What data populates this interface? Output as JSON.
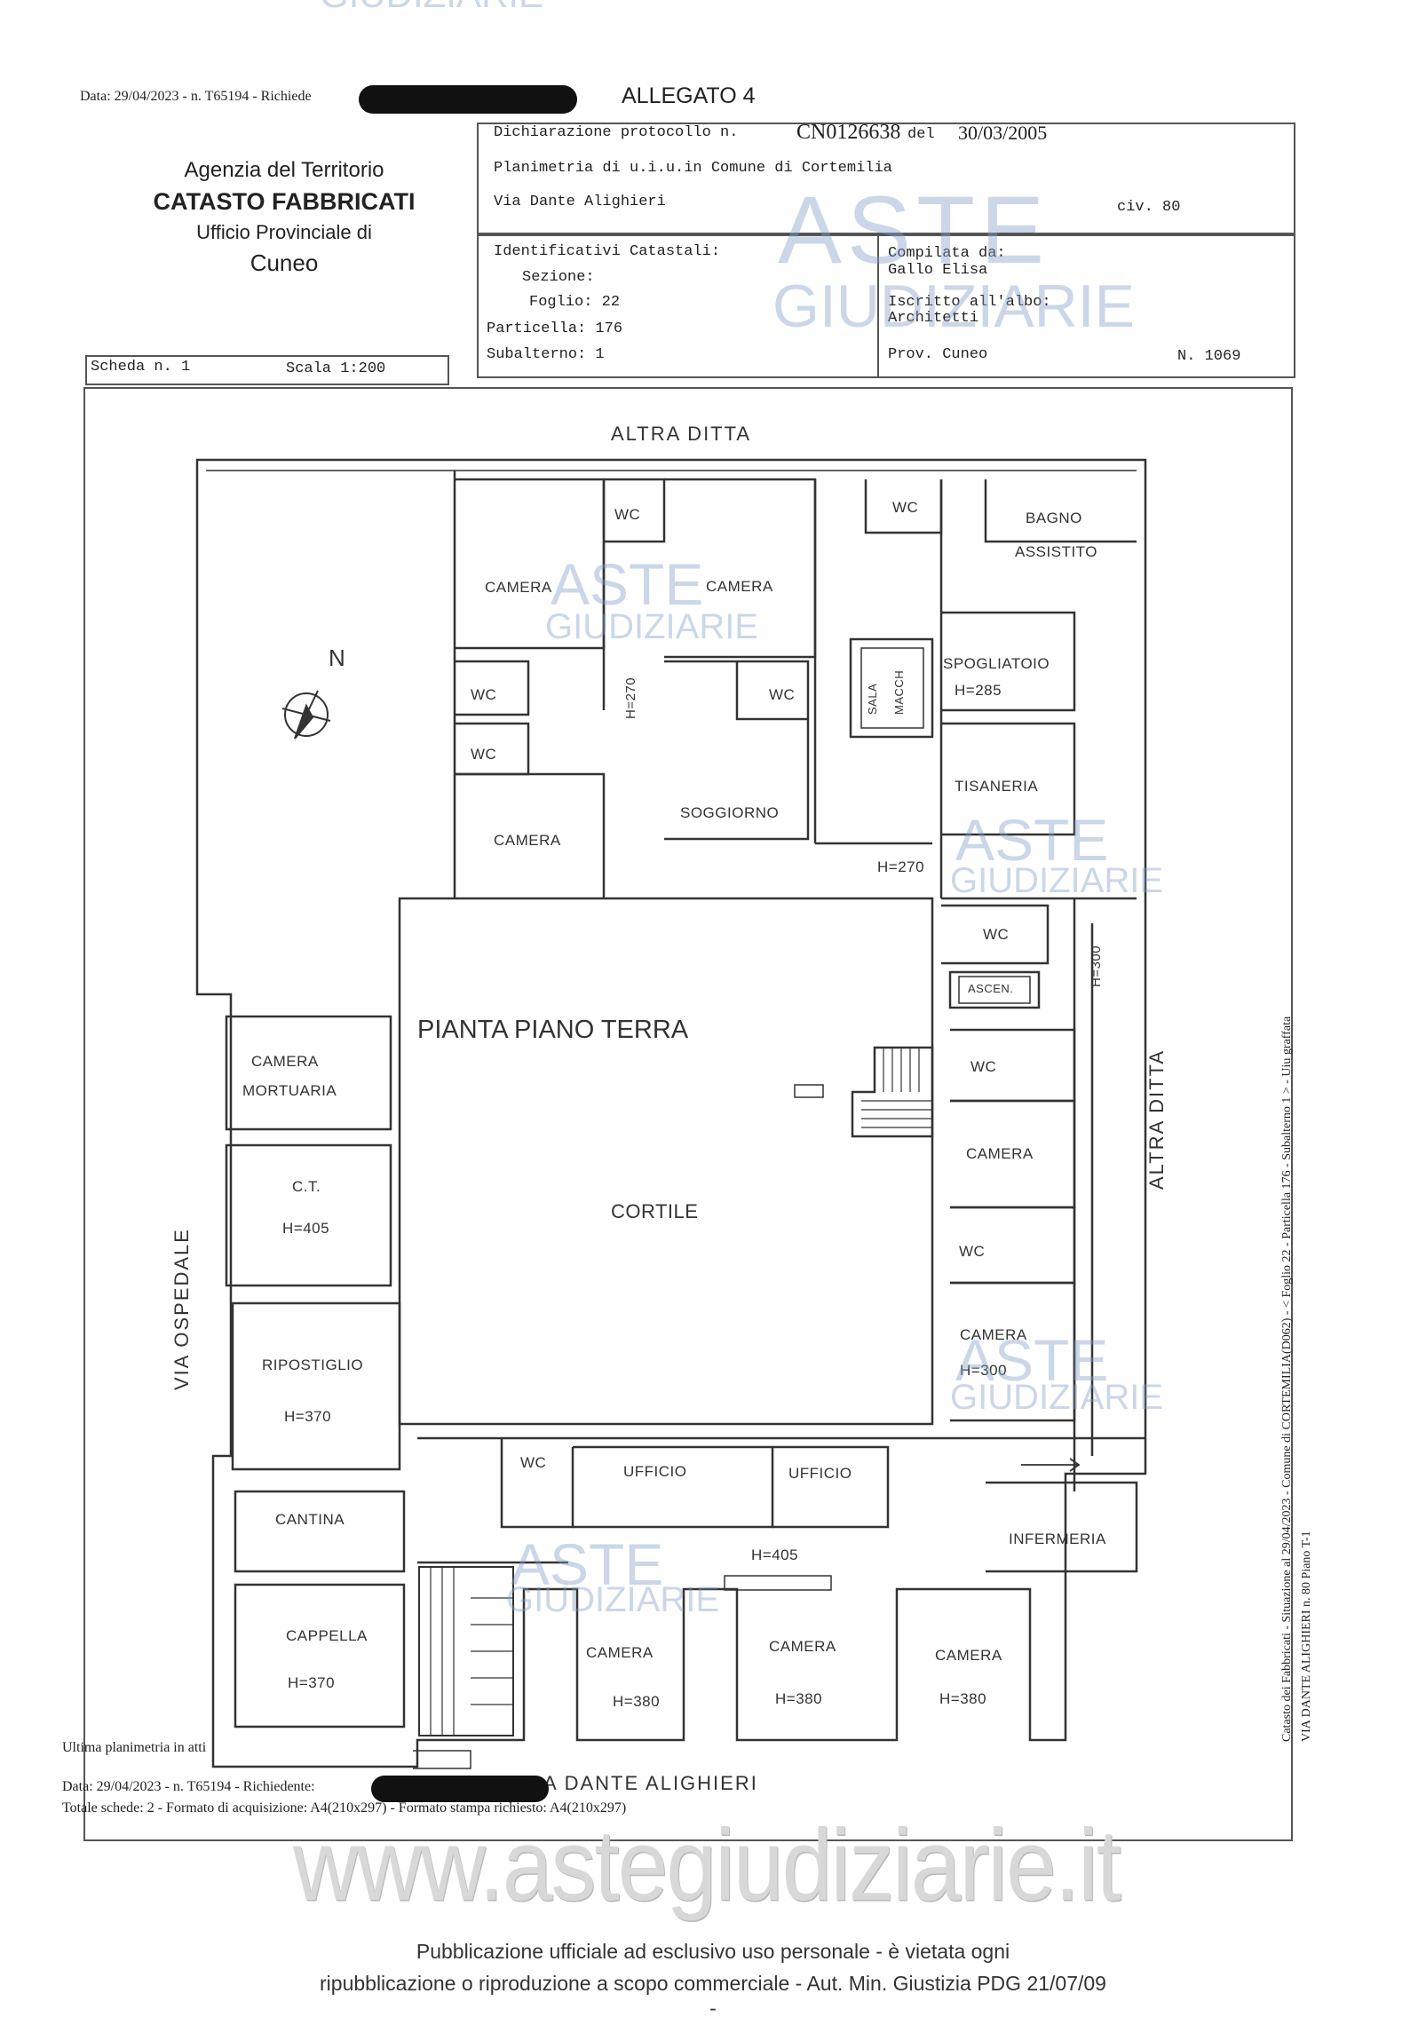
{
  "top_watermark": "GIUDIZIARIE",
  "header": {
    "print_line": "Data: 29/04/2023 - n. T65194 - Richiede",
    "allegato": "ALLEGATO 4"
  },
  "agency": {
    "line1": "Agenzia del Territorio",
    "line2": "CATASTO FABBRICATI",
    "line3": "Ufficio Provinciale di",
    "line4": "Cuneo"
  },
  "declaration": {
    "protocol_label": "Dichiarazione protocollo n.",
    "protocol_number": "CN0126638",
    "date_label": "del",
    "date": "30/03/2005",
    "planimetry": "Planimetria di u.i.u.in Comune di Cortemilia",
    "street": "Via Dante Alighieri",
    "civic": "civ. 80"
  },
  "identifiers": {
    "title": "Identificativi Catastali:",
    "sezione": "Sezione:",
    "foglio": "Foglio: 22",
    "particella": "Particella: 176",
    "subalterno": "Subalterno: 1"
  },
  "compiler": {
    "label": "Compilata da:",
    "name": "Gallo Elisa",
    "albo_label": "Iscritto all'albo:",
    "albo": "Architetti",
    "prov": "Prov. Cuneo",
    "number": "N. 1069"
  },
  "scheda": {
    "label": "Scheda n. 1",
    "scale": "Scala 1:200"
  },
  "plan": {
    "north": "N",
    "top_street": "ALTRA DITTA",
    "right_street": "ALTRA DITTA",
    "left_street": "VIA OSPEDALE",
    "bottom_street": "A DANTE ALIGHIERI",
    "title": "PIANTA PIANO TERRA",
    "cortile": "CORTILE",
    "rooms": {
      "camera_tl": "CAMERA",
      "wc_t1": "WC",
      "camera_t2": "CAMERA",
      "wc_t3": "WC",
      "bagno1": "BAGNO",
      "bagno2": "ASSISTITO",
      "wc_l1": "WC",
      "wc_l2": "WC",
      "h270a": "H=270",
      "wc_m": "WC",
      "sala1": "SALA",
      "sala2": "MACCH",
      "spogliatoio": "SPOGLIATOIO",
      "h285": "H=285",
      "camera_l3": "CAMERA",
      "soggiorno": "SOGGIORNO",
      "tisaneria": "TISANERIA",
      "h270b": "H=270",
      "wc_r1": "WC",
      "h300a": "H=300",
      "ascen": "ASCEN.",
      "wc_r2": "WC",
      "camera_r1": "CAMERA",
      "wc_r3": "WC",
      "camera_r2": "CAMERA",
      "h300b": "H=300",
      "cam_mort1": "CAMERA",
      "cam_mort2": "MORTUARIA",
      "ct": "C.T.",
      "h405a": "H=405",
      "ripostiglio": "RIPOSTIGLIO",
      "h370a": "H=370",
      "cantina": "CANTINA",
      "cappella": "CAPPELLA",
      "h370b": "H=370",
      "wc_b": "WC",
      "ufficio1": "UFFICIO",
      "ufficio2": "UFFICIO",
      "h405b": "H=405",
      "infermeria": "INFERMERIA",
      "camera_b1": "CAMERA",
      "h380a": "H=380",
      "camera_b2": "CAMERA",
      "h380b": "H=380",
      "camera_b3": "CAMERA",
      "h380c": "H=380"
    }
  },
  "side_text": {
    "line1": "Catasto dei Fabbricati - Situazione al 29/04/2023 - Comune di CORTEMILIA(D062) - < Foglio 22 - Particella 176 - Subalterno 1 > - Uiu graffata",
    "line2": "VIA DANTE ALIGHIERI n. 80 Piano T-1"
  },
  "footer": {
    "last_plan": "Ultima planimetria in atti",
    "print_line": "Data: 29/04/2023 - n. T65194 - Richiedente:",
    "schede": "Totale schede: 2 - Formato di acquisizione: A4(210x297) - Formato stampa richiesto: A4(210x297)",
    "site": "www.astegiudiziarie.it",
    "notice1": "Pubblicazione ufficiale ad esclusivo uso personale - è vietata ogni",
    "notice2": "ripubblicazione o riproduzione a scopo commerciale - Aut. Min. Giustizia PDG 21/07/09",
    "dash": "-"
  },
  "watermark": {
    "aste": "ASTE",
    "giudiziarie": "GIUDIZIARIE"
  }
}
